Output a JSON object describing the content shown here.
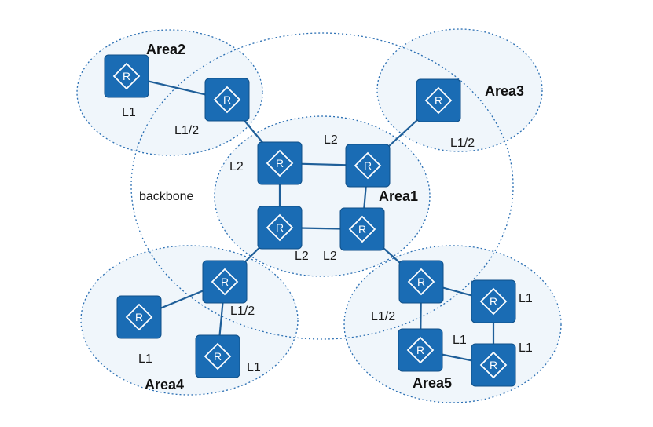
{
  "areas": [
    {
      "id": "area2",
      "label": "Area2"
    },
    {
      "id": "area3",
      "label": "Area3"
    },
    {
      "id": "area1",
      "label": "Area1"
    },
    {
      "id": "area4",
      "label": "Area4"
    },
    {
      "id": "area5",
      "label": "Area5"
    }
  ],
  "backbone": {
    "label": "backbone"
  },
  "router_letter": "R",
  "routers": [
    {
      "id": "a2_l1",
      "area": "Area2",
      "level": "L1"
    },
    {
      "id": "a2_l12",
      "area": "Area2",
      "level": "L1/2"
    },
    {
      "id": "a3_l12",
      "area": "Area3",
      "level": "L1/2"
    },
    {
      "id": "a1_tl",
      "area": "Area1",
      "level": "L2"
    },
    {
      "id": "a1_tr",
      "area": "Area1",
      "level": "L2"
    },
    {
      "id": "a1_bl",
      "area": "Area1",
      "level": "L2"
    },
    {
      "id": "a1_br",
      "area": "Area1",
      "level": "L2"
    },
    {
      "id": "a4_l12",
      "area": "Area4",
      "level": "L1/2"
    },
    {
      "id": "a4_l1a",
      "area": "Area4",
      "level": "L1"
    },
    {
      "id": "a4_l1b",
      "area": "Area4",
      "level": "L1"
    },
    {
      "id": "a5_l12",
      "area": "Area5",
      "level": "L1/2"
    },
    {
      "id": "a5_l1a",
      "area": "Area5",
      "level": "L1"
    },
    {
      "id": "a5_l1b",
      "area": "Area5",
      "level": "L1"
    },
    {
      "id": "a5_l1c",
      "area": "Area5",
      "level": "L1"
    }
  ],
  "links": [
    [
      "a2_l1",
      "a2_l12"
    ],
    [
      "a2_l12",
      "a1_tl"
    ],
    [
      "a3_l12",
      "a1_tr"
    ],
    [
      "a1_tl",
      "a1_tr"
    ],
    [
      "a1_tl",
      "a1_bl"
    ],
    [
      "a1_tr",
      "a1_br"
    ],
    [
      "a1_bl",
      "a1_br"
    ],
    [
      "a1_bl",
      "a4_l12"
    ],
    [
      "a4_l12",
      "a4_l1a"
    ],
    [
      "a4_l12",
      "a4_l1b"
    ],
    [
      "a1_br",
      "a5_l12"
    ],
    [
      "a5_l12",
      "a5_l1a"
    ],
    [
      "a5_l12",
      "a5_l1c"
    ],
    [
      "a5_l1a",
      "a5_l1b"
    ],
    [
      "a5_l1c",
      "a5_l1b"
    ]
  ]
}
